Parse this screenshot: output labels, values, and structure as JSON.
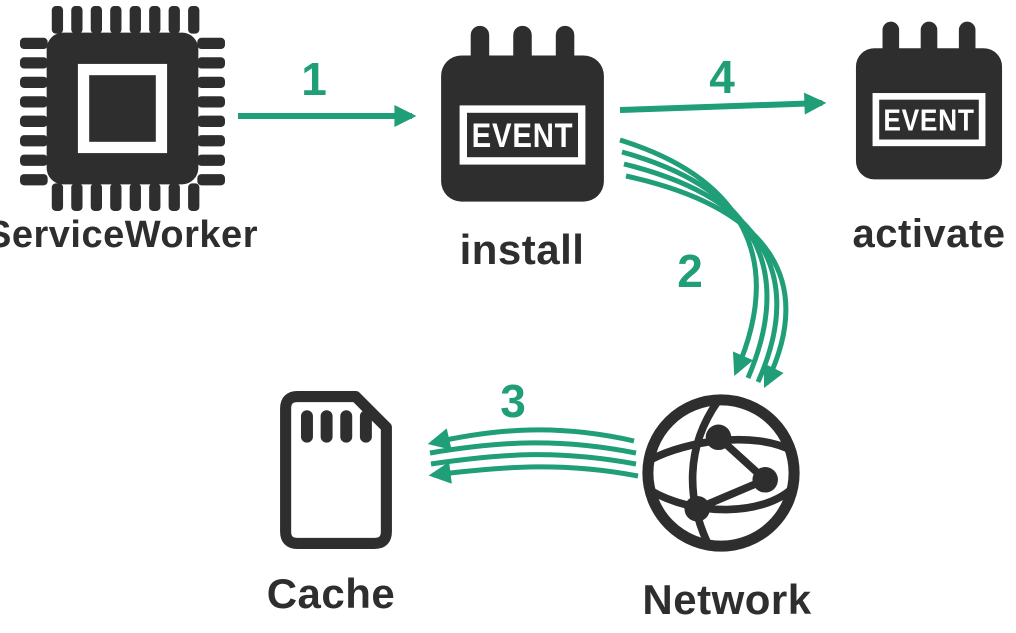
{
  "diagram": {
    "background": "#ffffff",
    "colors": {
      "ink": "#2e2e2e",
      "accent": "#1f9e78"
    },
    "nodes": {
      "service_worker": {
        "label": "ServiceWorker",
        "icon": "cpu-chip-icon"
      },
      "install": {
        "label": "install",
        "icon": "calendar-event-icon",
        "badge": "EVENT"
      },
      "activate": {
        "label": "activate",
        "icon": "calendar-event-icon",
        "badge": "EVENT"
      },
      "network": {
        "label": "Network",
        "icon": "globe-network-icon"
      },
      "cache": {
        "label": "Cache",
        "icon": "sd-card-icon"
      }
    },
    "edges": [
      {
        "step": "1",
        "from": "service_worker",
        "to": "install",
        "style": "single-arrow"
      },
      {
        "step": "2",
        "from": "install",
        "to": "network",
        "style": "multi-curve-arrow"
      },
      {
        "step": "3",
        "from": "network",
        "to": "cache",
        "style": "multi-curve-arrow"
      },
      {
        "step": "4",
        "from": "install",
        "to": "activate",
        "style": "single-arrow"
      }
    ]
  }
}
